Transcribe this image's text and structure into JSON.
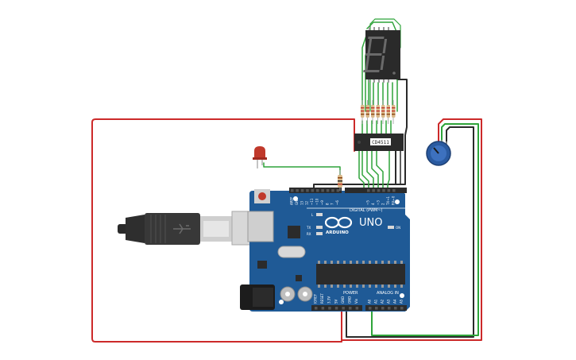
{
  "board": {
    "brand": "ARDUINO",
    "model": "UNO",
    "digital_label": "DIGITAL (PWM~)",
    "power_label": "POWER",
    "analog_label": "ANALOG IN",
    "on_label": "ON",
    "led_l": "L",
    "led_tx": "TX",
    "led_rx": "RX",
    "digital_pins": [
      "AREF",
      "GND",
      "13",
      "12",
      "~11",
      "~10",
      "~9",
      "8",
      "7",
      "~6",
      "~5",
      "4",
      "~3",
      "2",
      "TX→1",
      "RX←0"
    ],
    "power_pins": [
      "IOREF",
      "RESET",
      "3.3V",
      "5V",
      "GND",
      "GND",
      "Vin"
    ],
    "analog_pins": [
      "A0",
      "A1",
      "A2",
      "A3",
      "A4",
      "A5"
    ]
  },
  "decoder_chip": {
    "label": "CD4511"
  },
  "seven_segment": {
    "digit": "8"
  },
  "colors": {
    "wire_red": "#cc2a2a",
    "wire_green": "#2fa43a",
    "wire_black": "#2a2a2a",
    "board": "#1f5a96",
    "header": "#2b2b2b"
  }
}
